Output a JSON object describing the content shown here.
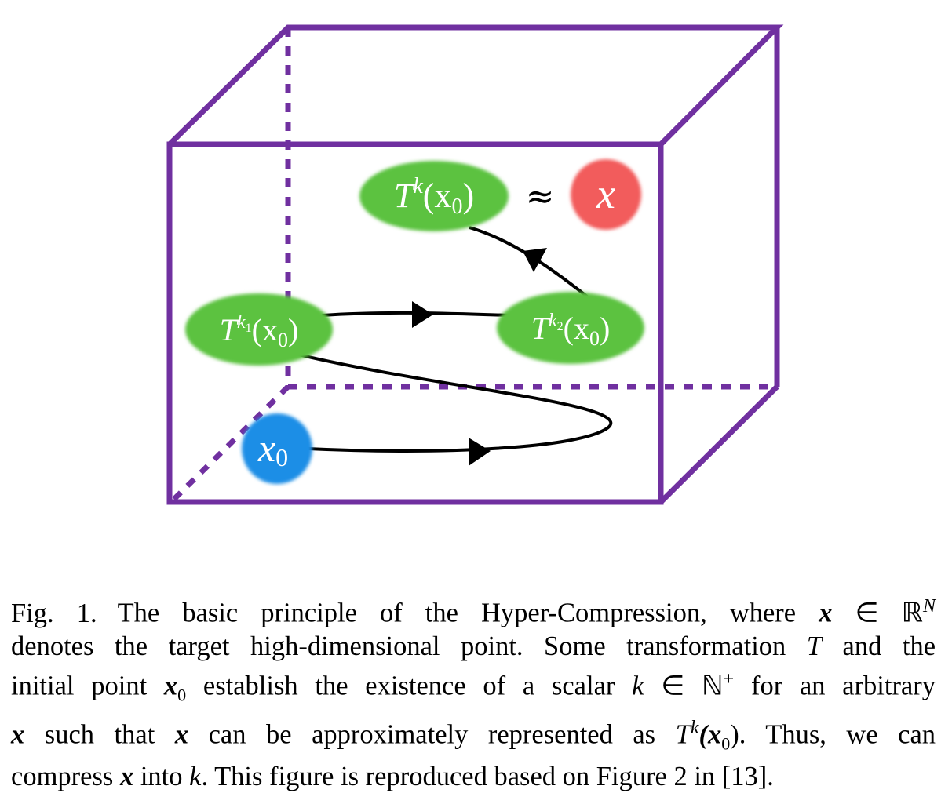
{
  "diagram": {
    "nodes": {
      "target": {
        "label": "T",
        "sup": "k",
        "arg": "(x",
        "sub": "0",
        "close": ")",
        "color": "#5cc241"
      },
      "x_point": {
        "label": "x",
        "color": "#f25b5b"
      },
      "t_k1": {
        "label": "T",
        "sup": "k",
        "supsub": "1",
        "arg": "(x",
        "sub": "0",
        "close": ")",
        "color": "#5cc241"
      },
      "t_k2": {
        "label": "T",
        "sup": "k",
        "supsub": "2",
        "arg": "(x",
        "sub": "0",
        "close": ")",
        "color": "#5cc241"
      },
      "x0": {
        "label": "x",
        "sub": "0",
        "color": "#1f8ee6"
      }
    },
    "approx_symbol": "≈",
    "box_color": "#7030a0"
  },
  "caption": {
    "label": "Fig. 1.",
    "line1": "The basic principle of the Hyper-Compression, where",
    "line1_sym": "x",
    "line1_in": "∈",
    "line1_space": "ℝ",
    "line1_space_sup": "N",
    "line2a": "denotes the target high-dimensional point. Some transformation",
    "line2_T": "T",
    "line2b": "and the",
    "line3a": "initial point",
    "line3_x0": "x",
    "line3_x0_sub": "0",
    "line3b": "establish the existence of a scalar",
    "line3_k": "k",
    "line3_in": "∈",
    "line3_space": "ℕ",
    "line3_space_sup": "+",
    "line3c": "for an arbitrary",
    "line4_x": "x",
    "line4a": "such that",
    "line4_x2": "x",
    "line4b": "can be approximately represented as",
    "line4_T": "T",
    "line4_k": "k",
    "line4_arg": "(x",
    "line4_arg_sub": "0",
    "line4_close": ").",
    "line4c": "Thus, we can",
    "line5a": "compress",
    "line5_x": "x",
    "line5b": "into",
    "line5_k": "k",
    "line5c": ". This figure is reproduced based on Figure 2 in [13]."
  }
}
